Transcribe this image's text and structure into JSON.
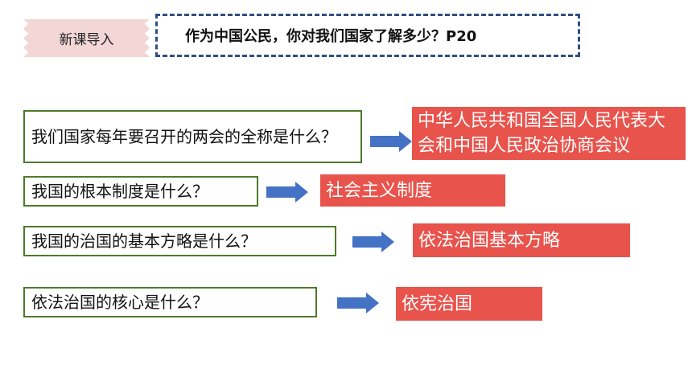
{
  "tag": {
    "label": "新课导入"
  },
  "headline": {
    "text": "作为中国公民，你对我们国家了解多少？P20"
  },
  "qa": [
    {
      "question": "我们国家每年要召开的两会的全称是什么？",
      "answer": "中华人民共和国全国人民代表大会和中国人民政治协商会议"
    },
    {
      "question": "我国的根本制度是什么？",
      "answer": "社会主义制度"
    },
    {
      "question": "我国的治国的基本方略是什么？",
      "answer": "依法治国基本方略"
    },
    {
      "question": "依法治国的核心是什么？",
      "answer": "依宪治国"
    }
  ],
  "colors": {
    "answer_bg": "#e8534c",
    "arrow": "#4472c4",
    "question_border": "#4e7a2a",
    "headline_border": "#2f4f80",
    "tag_bg": "#f3d6d6"
  }
}
